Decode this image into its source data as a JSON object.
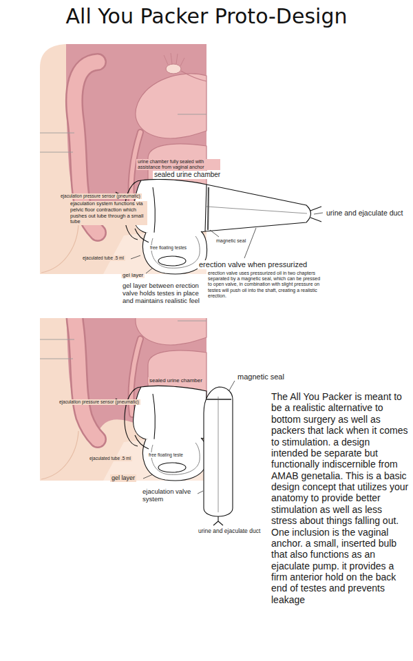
{
  "diagram": {
    "title": "All You Packer Proto-Design",
    "labels": [
      "urine chamber fully sealed with assistance from vaginal anchor",
      "sealed urine chamber",
      "ejaculation pressure sensor (pneumatic)",
      "ejaculation system functions via pelvic floor contraction which pushes out lube through a small tube",
      "urine and ejaculate duct",
      "magnetic seal",
      "ejaculated tube .5 ml",
      "free floating testes",
      "erection valve when pressurized",
      "gel layer",
      "gel layer between erection valve holds testes in place and maintains realistic feel",
      "erection valve uses pressurized oil in two chapters separated by a magnetic seal, which can be pressed to open valve, in combination with slight pressure on testes will push oil into the shaft, creating a realistic erection.",
      "sealed urine chamber",
      "magnetic seal",
      "ejaculation pressure sensor (pneumatic)",
      "ejaculated tube .5 ml",
      "free floating teste",
      "gel layer",
      "ejaculation valve system",
      "urine and ejaculate duct",
      "The All You Packer is meant to be a realistic alternative to bottom surgery as well as packers that lack when it comes to stimulation. a design intended be separate but functionally indiscernible from AMAB genetalia. This is a basic design concept that utilizes your anatomy to provide better stimulation as well as less stress about things falling out. One inclusion is the vaginal anchor. a small, inserted bulb that also functions as an ejaculate pump. it provides a firm anterior hold on the back end of testes and prevents leakage"
    ]
  }
}
